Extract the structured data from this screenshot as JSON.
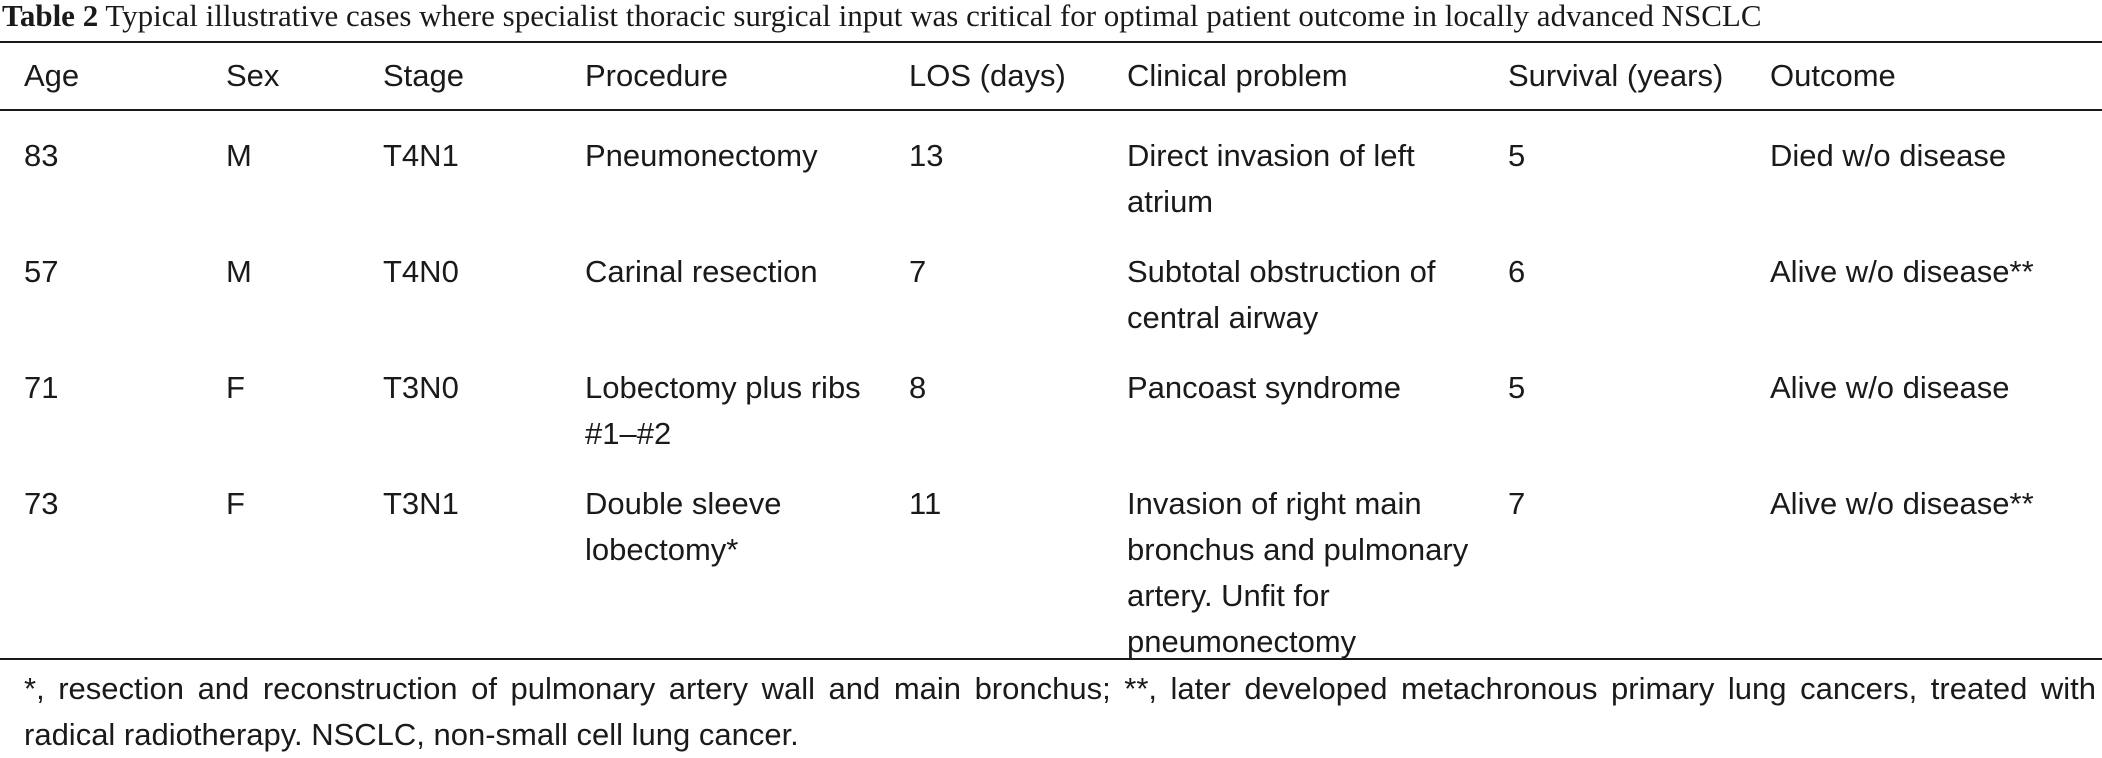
{
  "table": {
    "label": "Table 2",
    "title": "Typical illustrative cases where specialist thoracic surgical input was critical for optimal patient outcome in locally advanced NSCLC",
    "columns": [
      "Age",
      "Sex",
      "Stage",
      "Procedure",
      "LOS (days)",
      "Clinical problem",
      "Survival (years)",
      "Outcome"
    ],
    "rows": [
      [
        "83",
        "M",
        "T4N1",
        "Pneumonectomy",
        "13",
        "Direct invasion of left atrium",
        "5",
        "Died w/o disease"
      ],
      [
        "57",
        "M",
        "T4N0",
        "Carinal resection",
        "7",
        "Subtotal obstruction of central airway",
        "6",
        "Alive w/o disease**"
      ],
      [
        "71",
        "F",
        "T3N0",
        "Lobectomy plus ribs #1–#2",
        "8",
        "Pancoast syndrome",
        "5",
        "Alive w/o disease"
      ],
      [
        "73",
        "F",
        "T3N1",
        "Double sleeve lobectomy*",
        "11",
        "Invasion of right main bronchus and pulmonary artery. Unfit for pneumonectomy",
        "7",
        "Alive w/o disease**"
      ]
    ],
    "footnote": "*, resection and reconstruction of pulmonary artery wall and main bronchus; **, later developed metachronous primary lung cancers, treated with radical radiotherapy. NSCLC, non-small cell lung cancer."
  }
}
